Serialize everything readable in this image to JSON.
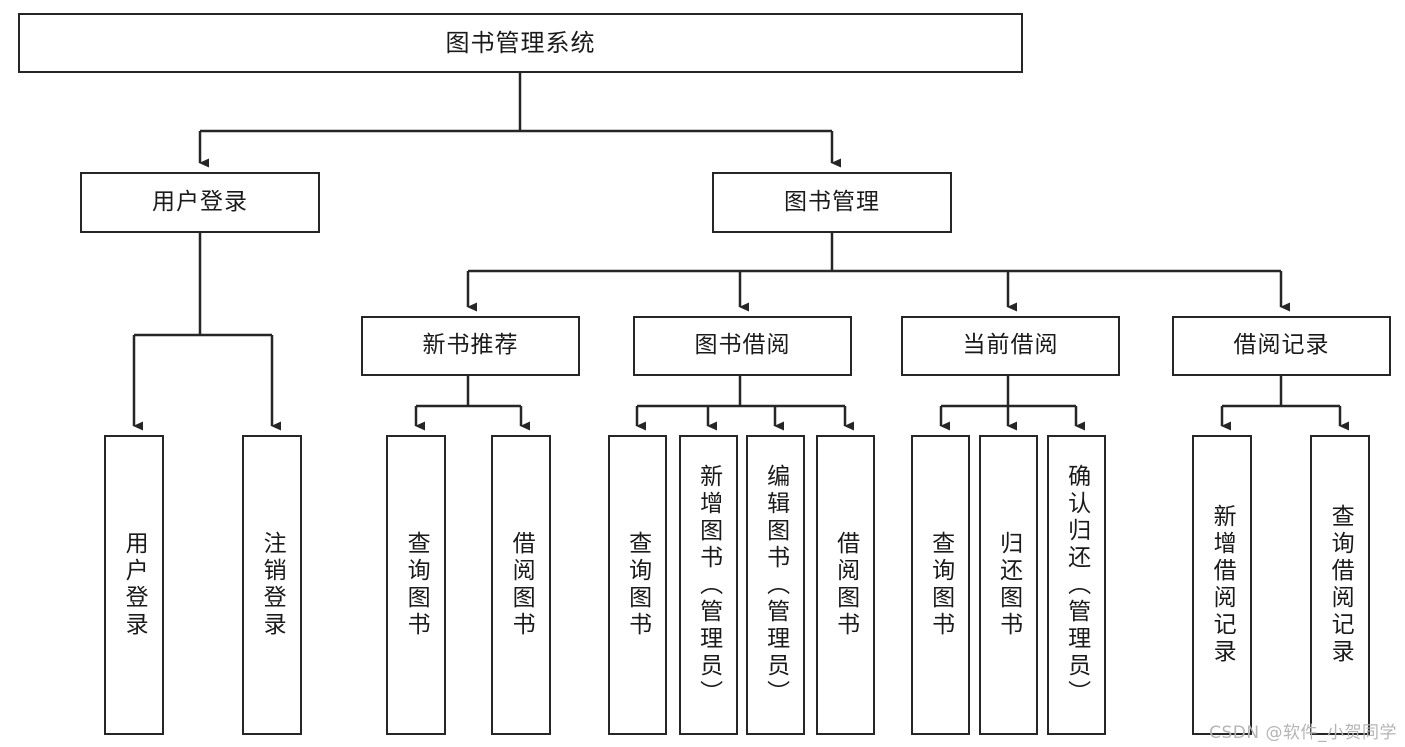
{
  "diagram": {
    "type": "tree-hierarchy-chart",
    "title": "图书管理系统",
    "orientation": "top-down",
    "colors": {
      "background": "#ffffff",
      "stroke": "#262626",
      "text": "#1a1a1a",
      "watermark": "#b5b5b5"
    },
    "root": {
      "label": "图书管理系统"
    },
    "level2": [
      {
        "id": "user-login",
        "label": "用户登录"
      },
      {
        "id": "book-management",
        "label": "图书管理"
      }
    ],
    "level3": [
      {
        "id": "new-book-recommend",
        "label": "新书推荐",
        "parent": "book-management"
      },
      {
        "id": "book-borrow",
        "label": "图书借阅",
        "parent": "book-management"
      },
      {
        "id": "current-borrow",
        "label": "当前借阅",
        "parent": "book-management"
      },
      {
        "id": "borrow-record",
        "label": "借阅记录",
        "parent": "book-management"
      }
    ],
    "leaves": {
      "user-login": [
        {
          "id": "leaf-user-login",
          "label": "用户登录"
        },
        {
          "id": "leaf-logout-login",
          "label": "注销登录"
        }
      ],
      "new-book-recommend": [
        {
          "id": "leaf-query-book-1",
          "label": "查询图书"
        },
        {
          "id": "leaf-borrow-book-1",
          "label": "借阅图书"
        }
      ],
      "book-borrow": [
        {
          "id": "leaf-query-book-2",
          "label": "查询图书"
        },
        {
          "id": "leaf-add-book",
          "label": "新增图书（管理员）"
        },
        {
          "id": "leaf-edit-book",
          "label": "编辑图书（管理员）"
        },
        {
          "id": "leaf-borrow-book-2",
          "label": "借阅图书"
        }
      ],
      "current-borrow": [
        {
          "id": "leaf-query-book-3",
          "label": "查询图书"
        },
        {
          "id": "leaf-return-book",
          "label": "归还图书"
        },
        {
          "id": "leaf-confirm-return",
          "label": "确认归还（管理员）"
        }
      ],
      "borrow-record": [
        {
          "id": "leaf-add-record",
          "label": "新增借阅记录"
        },
        {
          "id": "leaf-query-record",
          "label": "查询借阅记录"
        }
      ]
    }
  },
  "watermark": {
    "text": "CSDN @软件_小贺同学"
  }
}
